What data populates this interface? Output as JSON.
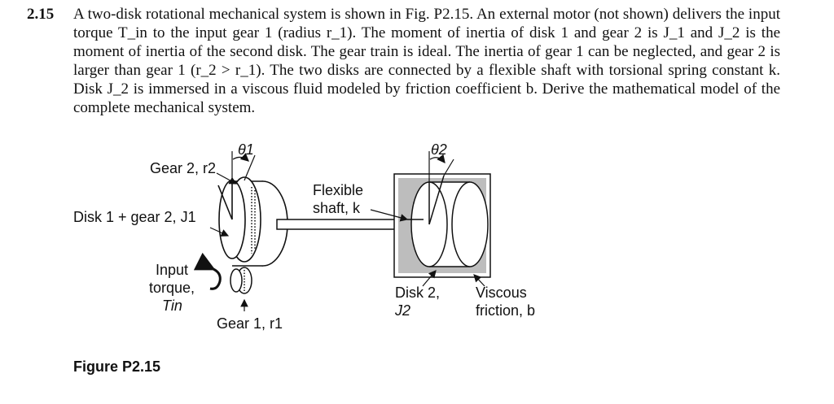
{
  "problem": {
    "number": "2.15",
    "text": "A two-disk rotational mechanical system is shown in Fig. P2.15. An external motor (not shown) delivers the input torque T_in to the input gear 1 (radius r_1). The moment of inertia of disk 1 and gear 2 is J_1 and J_2 is the moment of inertia of the second disk. The gear train is ideal. The inertia of gear 1 can be neglected, and gear 2 is larger than gear 1 (r_2 > r_1). The two disks are connected by a flexible shaft with torsional spring constant k. Disk J_2 is immersed in a viscous fluid modeled by friction coefficient b. Derive the mathematical model of the complete mechanical system."
  },
  "figure": {
    "labels": {
      "theta1": "θ1",
      "theta2": "θ2",
      "gear2": "Gear 2, r2",
      "disk1": "Disk 1 + gear 2, J1",
      "shaft_line1": "Flexible",
      "shaft_line2": "shaft, k",
      "input_line1": "Input",
      "input_line2": "torque,",
      "input_line3": "Tin",
      "gear1": "Gear 1, r1",
      "disk2_line1": "Disk 2,",
      "disk2_line2": "J2",
      "viscous_line1": "Viscous",
      "viscous_line2": "friction, b"
    },
    "caption": "Figure P2.15",
    "colors": {
      "ink": "#111111",
      "fluid": "#bdbdbd"
    }
  }
}
